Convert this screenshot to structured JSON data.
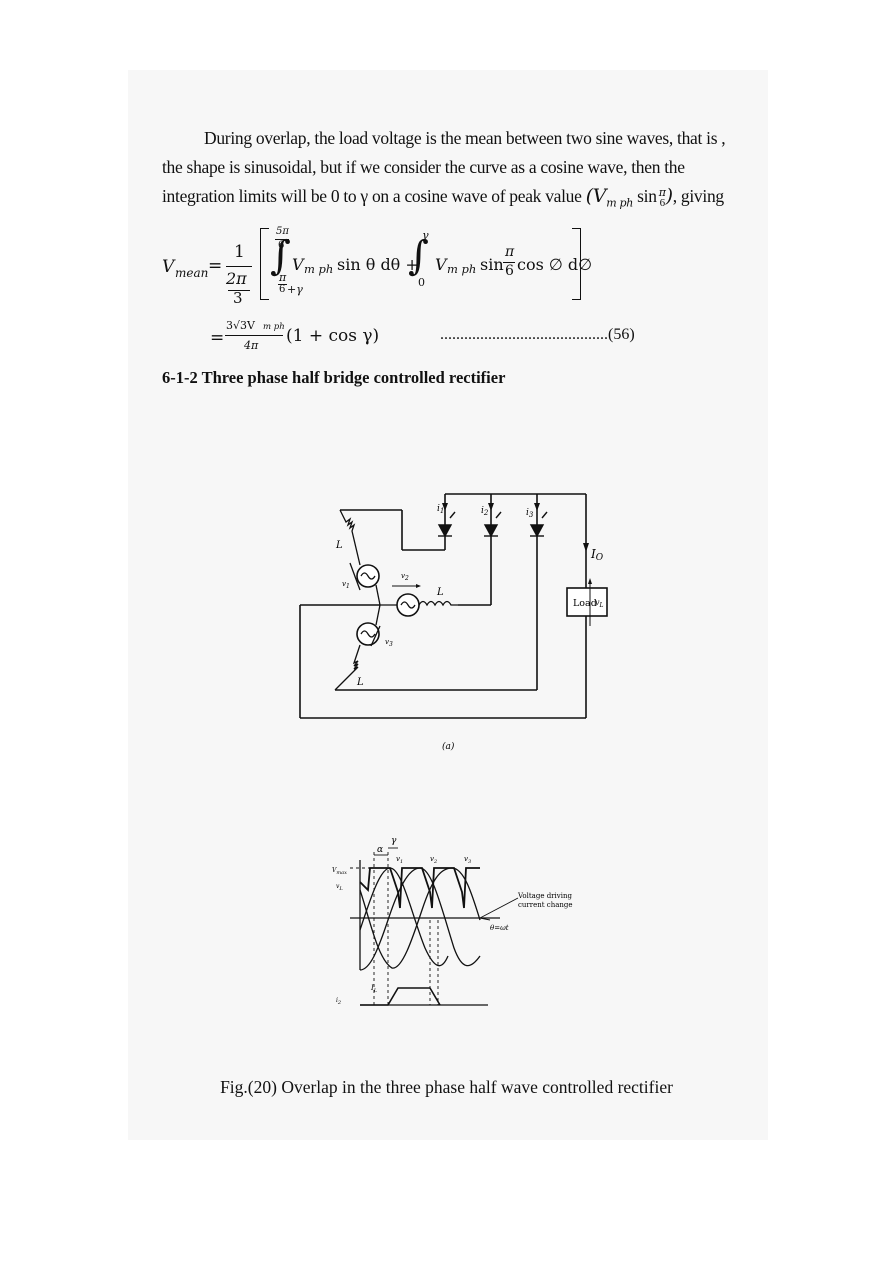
{
  "paragraph": {
    "line1": "During overlap, the load voltage is the mean between two sine waves, that is ,",
    "line2": "the shape is sinusoidal, but if we consider the curve as a cosine wave, then the",
    "line3_start": "integration limits will be  0 to γ on a cosine wave of peak value ",
    "peak_value": "(V",
    "peak_sub": "m ph",
    "peak_sin": " sin",
    "peak_pi": "π",
    "peak_six": "6",
    "peak_close": ")",
    "line3_end": ", giving"
  },
  "equation1": {
    "lhs": "V",
    "lhs_sub": "mean",
    "equals": "=",
    "frac_num": "1",
    "frac_den_top": "2π",
    "frac_den_bottom": "3",
    "int1_upper_num": "5π",
    "int1_upper_den": "6",
    "int1_lower": "π",
    "int1_lower_den": "6",
    "int1_lower_plus": "+γ",
    "term1_v": "V",
    "term1_sub": "m ph",
    "term1_rest": "sin θ dθ +",
    "int2_upper": "γ",
    "int2_lower": "0",
    "term2_v": "V",
    "term2_sub": "m ph",
    "term2_sin": "sin",
    "term2_pi": "π",
    "term2_six": "6",
    "term2_rest": "cos ∅ d∅"
  },
  "equation2": {
    "equals": "=",
    "num": "3√3V",
    "num_sub": "m ph",
    "den": "4π",
    "rest": "(1 + cos γ)",
    "leader": "..........................................(56)"
  },
  "heading": "6-1-2 Three phase half bridge controlled rectifier",
  "circuit": {
    "i1": "i",
    "i1_sub": "1",
    "i2": "i",
    "i2_sub": "2",
    "i3": "i",
    "i3_sub": "3",
    "io": "I",
    "io_sub": "O",
    "load": "Load",
    "vl": "v",
    "vl_sub": "L",
    "v1": "v",
    "v1_sub": "1",
    "v2": "v",
    "v2_sub": "2",
    "v3": "v",
    "v3_sub": "3",
    "l_top": "L",
    "l_mid": "L",
    "l_bottom": "L",
    "sublabel": "(a)"
  },
  "waveform": {
    "gamma": "γ",
    "alpha": "α",
    "v1": "v",
    "v1_sub": "1",
    "v2": "v",
    "v2_sub": "2",
    "v3": "v",
    "v3_sub": "3",
    "vmax": "V",
    "vmax_sub": "max",
    "vl": "v",
    "vl_sub": "L",
    "annotation_line1": "Voltage driving",
    "annotation_line2": "current change",
    "theta": "θ=ωt",
    "i2": "i",
    "i2_sub": "2",
    "il": "I",
    "il_sub": "L"
  },
  "caption": "Fig.(20) Overlap in the three phase half wave controlled rectifier"
}
